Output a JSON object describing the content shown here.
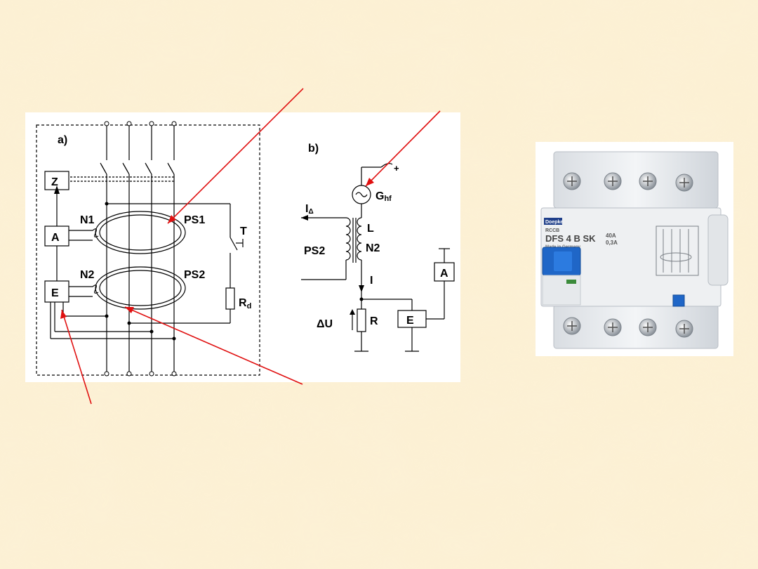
{
  "diagram_a": {
    "title": "a)",
    "block_z": "Z",
    "block_a": "A",
    "block_e": "E",
    "coil_n1": "N1",
    "coil_n2": "N2",
    "core_ps1": "PS1",
    "core_ps2": "PS2",
    "test_button": "T",
    "resistor_main": "R",
    "resistor_sub": "d"
  },
  "diagram_b": {
    "title": "b)",
    "plus_sign": "+",
    "gen_main": "G",
    "gen_sub": "hf",
    "current_main": "I",
    "current_sub": "Δ",
    "inductor_l": "L",
    "coil_n2": "N2",
    "core_ps2": "PS2",
    "current_i": "I",
    "block_a": "A",
    "voltage": "ΔU",
    "resistor_r": "R",
    "block_e": "E"
  },
  "device_photo": {
    "brand": "Doepke",
    "type_line": "RCCB",
    "model": "DFS 4 B SK",
    "made_in": "Made in Germany",
    "rating_current": "40A",
    "rating_residual": "0,3A"
  },
  "colors": {
    "background": "#fcf0d3",
    "pointer_arrow": "#e01010",
    "schematic_line": "#000000",
    "toggle_blue": "#1f66c7"
  }
}
